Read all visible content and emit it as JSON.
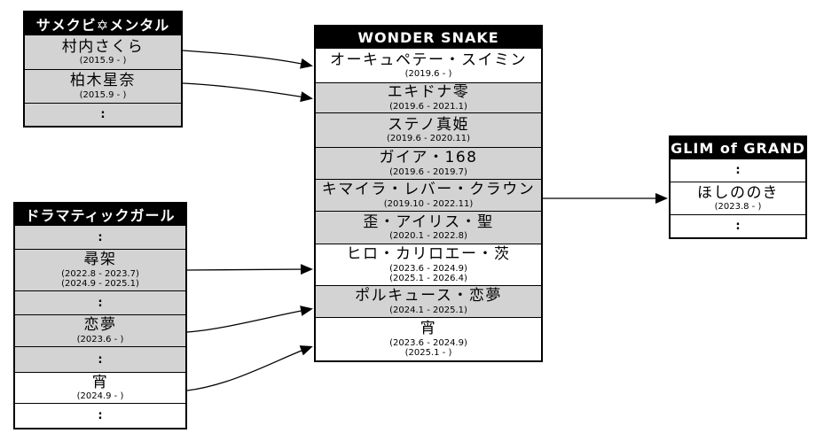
{
  "diagram": {
    "colors": {
      "header_bg": "#000000",
      "header_text": "#ffffff",
      "row_gray": "#d3d3d3",
      "row_white": "#ffffff",
      "border": "#000000",
      "edge": "#000000"
    },
    "groups": [
      {
        "title": "サメクビ✡メンタル",
        "members": [
          {
            "name": "村内さくら",
            "dates": [
              "(2015.9 - )"
            ],
            "shade": "gray"
          },
          {
            "name": "柏木星奈",
            "dates": [
              "(2015.9 - )"
            ],
            "shade": "gray"
          },
          {
            "name": ":",
            "dates": [],
            "shade": "gray"
          }
        ]
      },
      {
        "title": "ドラマティックガール",
        "members": [
          {
            "name": ":",
            "dates": [],
            "shade": "gray"
          },
          {
            "name": "尋架",
            "dates": [
              "(2022.8 - 2023.7)",
              "(2024.9 - 2025.1)"
            ],
            "shade": "gray"
          },
          {
            "name": ":",
            "dates": [],
            "shade": "gray"
          },
          {
            "name": "恋夢",
            "dates": [
              "(2023.6 - )"
            ],
            "shade": "gray"
          },
          {
            "name": ":",
            "dates": [],
            "shade": "gray"
          },
          {
            "name": "宵",
            "dates": [
              "(2024.9 - )"
            ],
            "shade": "white"
          },
          {
            "name": ":",
            "dates": [],
            "shade": "white"
          }
        ]
      },
      {
        "title": "WONDER SNAKE",
        "members": [
          {
            "name": "オーキュペテー・スイミン",
            "dates": [
              "(2019.6 - )"
            ],
            "shade": "white"
          },
          {
            "name": "エキドナ零",
            "dates": [
              "(2019.6 - 2021.1)"
            ],
            "shade": "gray"
          },
          {
            "name": "ステノ真姫",
            "dates": [
              "(2019.6 - 2020.11)"
            ],
            "shade": "gray"
          },
          {
            "name": "ガイア・168",
            "dates": [
              "(2019.6 - 2019.7)"
            ],
            "shade": "gray"
          },
          {
            "name": "キマイラ・レバー・クラウン",
            "dates": [
              "(2019.10 - 2022.11)"
            ],
            "shade": "gray"
          },
          {
            "name": "歪・アイリス・聖",
            "dates": [
              "(2020.1 - 2022.8)"
            ],
            "shade": "gray"
          },
          {
            "name": "ヒロ・カリロエー・茨",
            "dates": [
              "(2023.6 - 2024.9)",
              "(2025.1 - 2026.4)"
            ],
            "shade": "white"
          },
          {
            "name": "ポルキュース・恋夢",
            "dates": [
              "(2024.1 - 2025.1)"
            ],
            "shade": "gray"
          },
          {
            "name": "宵",
            "dates": [
              "(2023.6 - 2024.9)",
              "(2025.1 - )"
            ],
            "shade": "white"
          }
        ]
      },
      {
        "title": "GLIM of GRAND",
        "members": [
          {
            "name": ":",
            "dates": [],
            "shade": "white"
          },
          {
            "name": "ほしののき",
            "dates": [
              "(2023.8 - )"
            ],
            "shade": "white"
          },
          {
            "name": ":",
            "dates": [],
            "shade": "white"
          }
        ]
      }
    ],
    "edges": [
      {
        "from": "サメクビ✡メンタル / 村内さくら",
        "to": "WONDER SNAKE / オーキュペテー・スイミン"
      },
      {
        "from": "サメクビ✡メンタル / 柏木星奈",
        "to": "WONDER SNAKE / エキドナ零"
      },
      {
        "from": "ドラマティックガール / 尋架",
        "to": "WONDER SNAKE / ヒロ・カリロエー・茨"
      },
      {
        "from": "ドラマティックガール / 恋夢",
        "to": "WONDER SNAKE / ポルキュース・恋夢"
      },
      {
        "from": "ドラマティックガール / 宵",
        "to": "WONDER SNAKE / 宵"
      },
      {
        "from": "WONDER SNAKE / キマイラ・レバー・クラウン",
        "to": "GLIM of GRAND / ほしののき"
      }
    ]
  }
}
